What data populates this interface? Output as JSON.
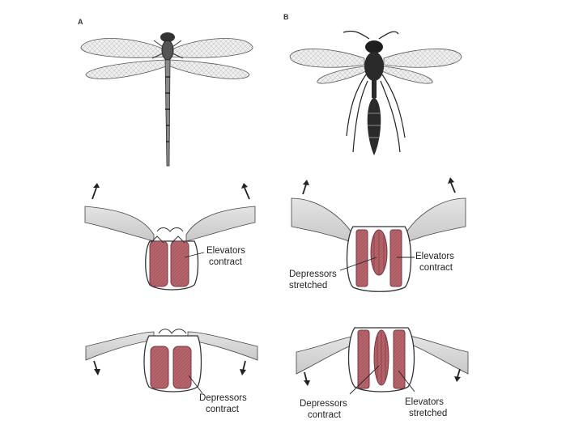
{
  "figure": {
    "panel_a": "A",
    "panel_b": "B",
    "labels": {
      "a_up_line1": "Elevators",
      "a_up_line2": "contract",
      "a_down_line1": "Depressors",
      "a_down_line2": "contract",
      "b_up_right_line1": "Elevators",
      "b_up_right_line2": "contract",
      "b_up_left_line1": "Depressors",
      "b_up_left_line2": "stretched",
      "b_down_left_line1": "Depressors",
      "b_down_left_line2": "contract",
      "b_down_right_line1": "Elevators",
      "b_down_right_line2": "stretched"
    },
    "colors": {
      "muscle": "#b5656b",
      "muscle_dark": "#8a3d45",
      "wing": "#d6d6d6",
      "outline": "#333333"
    }
  }
}
